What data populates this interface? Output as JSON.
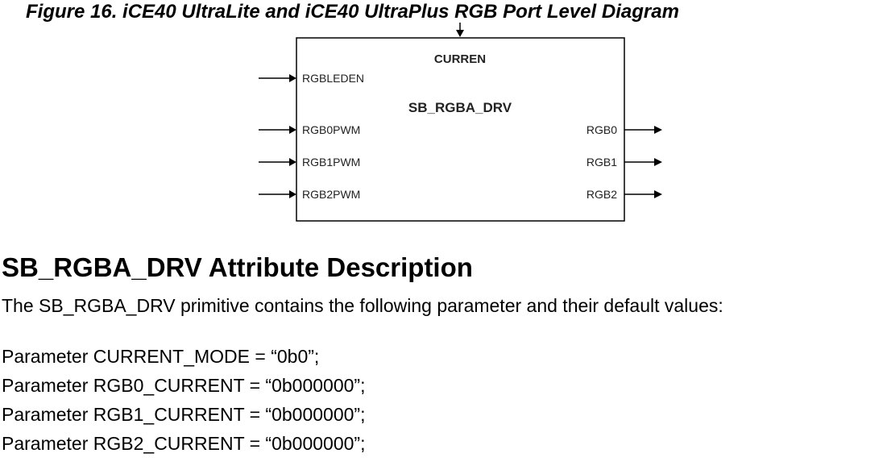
{
  "figure": {
    "caption": "Figure 16. iCE40 UltraLite and iCE40 UltraPlus RGB Port Level Diagram",
    "block_name": "SB_RGBA_DRV",
    "top_input": "CURREN",
    "inputs": [
      "RGBLEDEN",
      "RGB0PWM",
      "RGB1PWM",
      "RGB2PWM"
    ],
    "outputs": [
      "RGB0",
      "RGB1",
      "RGB2"
    ]
  },
  "section": {
    "title": "SB_RGBA_DRV Attribute Description",
    "intro": "The SB_RGBA_DRV primitive contains the following parameter and their default values:"
  },
  "parameters": [
    "Parameter CURRENT_MODE = “0b0”;",
    "Parameter RGB0_CURRENT = “0b000000”;",
    "Parameter RGB1_CURRENT = “0b000000”;",
    "Parameter RGB2_CURRENT = “0b000000”;"
  ]
}
